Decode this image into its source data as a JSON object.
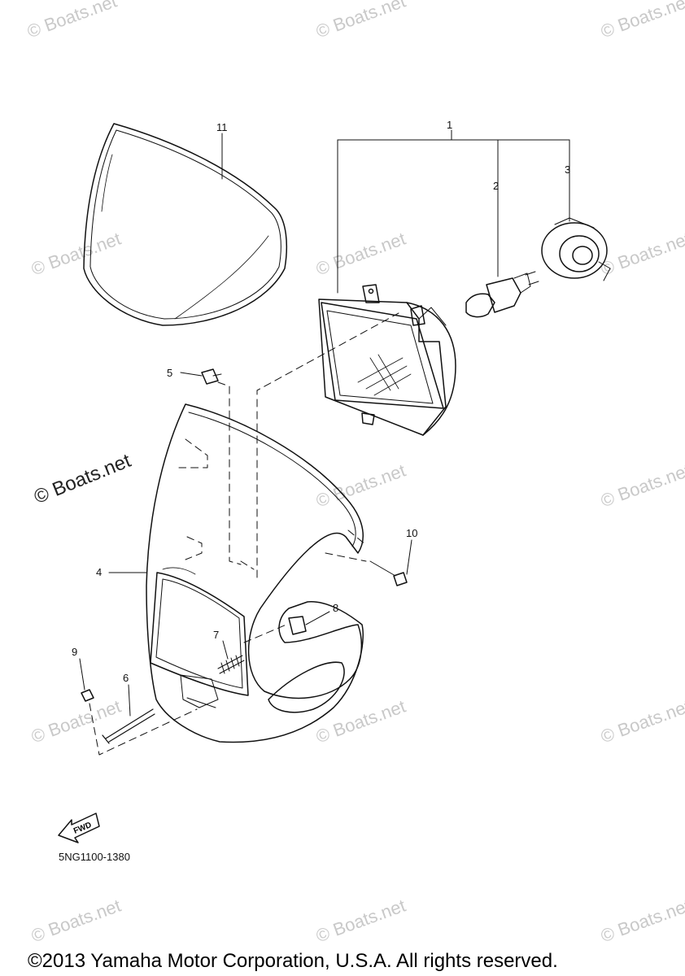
{
  "watermark": "© Boats.net",
  "diagram_code": "5NG1100-1380",
  "fwd_label": "FWD",
  "copyright": "©2013 Yamaha Motor Corporation, U.S.A. All rights reserved.",
  "callouts": [
    "1",
    "2",
    "3",
    "4",
    "5",
    "6",
    "7",
    "8",
    "9",
    "10",
    "11"
  ]
}
